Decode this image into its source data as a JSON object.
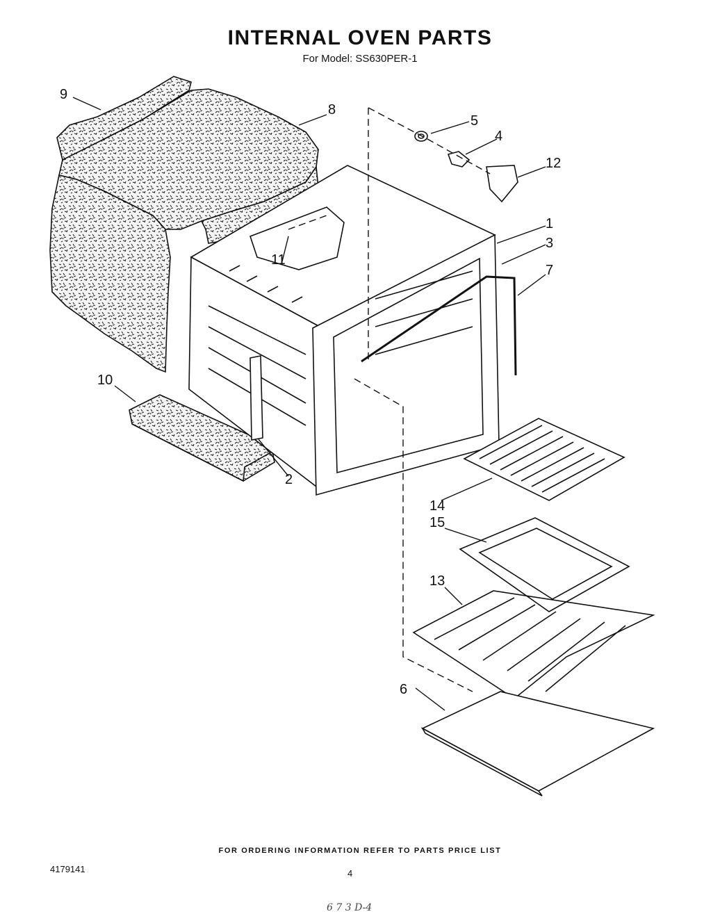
{
  "document": {
    "title": "INTERNAL OVEN PARTS",
    "subtitle_label": "For Model:",
    "model": "SS630PER-1",
    "footer_note": "FOR ORDERING INFORMATION REFER TO PARTS PRICE LIST",
    "doc_number": "4179141",
    "page_number": "4",
    "handwritten_note": "6 7 3  D-4"
  },
  "callouts": [
    {
      "id": "1",
      "label": "1"
    },
    {
      "id": "2",
      "label": "2"
    },
    {
      "id": "3",
      "label": "3"
    },
    {
      "id": "4",
      "label": "4"
    },
    {
      "id": "5",
      "label": "5"
    },
    {
      "id": "6",
      "label": "6"
    },
    {
      "id": "7",
      "label": "7"
    },
    {
      "id": "8",
      "label": "8"
    },
    {
      "id": "9",
      "label": "9"
    },
    {
      "id": "10",
      "label": "10"
    },
    {
      "id": "11",
      "label": "11"
    },
    {
      "id": "12",
      "label": "12"
    },
    {
      "id": "13",
      "label": "13"
    },
    {
      "id": "14",
      "label": "14"
    },
    {
      "id": "15",
      "label": "15"
    }
  ],
  "colors": {
    "ink": "#111111",
    "paper": "#ffffff",
    "insulation_fill": "#e9e9e9"
  }
}
